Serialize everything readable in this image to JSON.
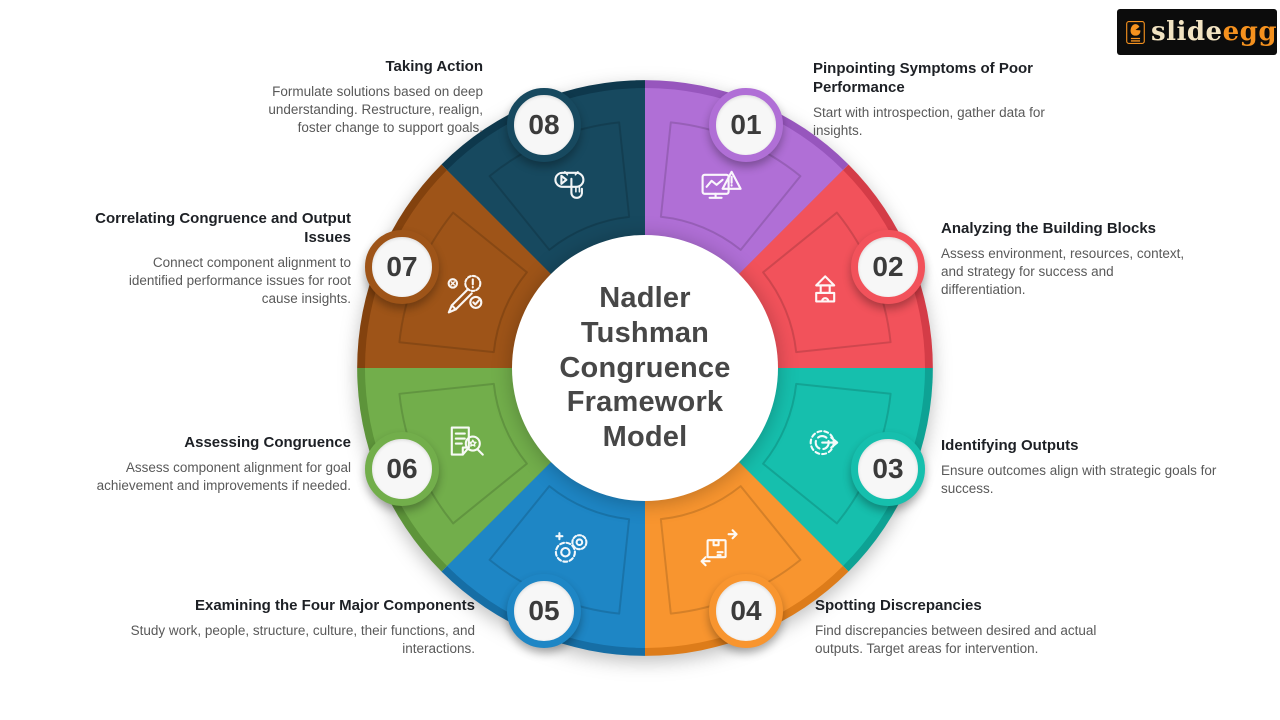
{
  "page": {
    "background": "#ffffff"
  },
  "logo": {
    "brand_first": "slide",
    "brand_second": "egg",
    "bg_color": "#0c0c0c",
    "text_color": "#f2e3c2",
    "accent_color": "#f5911e",
    "icon": "egg-logo-icon"
  },
  "center": {
    "title": "Nadler\nTushman\nCongruence\nFramework\nModel",
    "title_color": "#474747"
  },
  "segments": [
    {
      "number": "01",
      "color": "#b06fd6",
      "shade": "#9756bd",
      "icon": "monitor-alert-icon",
      "title": "Pinpointing Symptoms of Poor Performance",
      "description": "Start with introspection, gather data for insights."
    },
    {
      "number": "02",
      "color": "#f2525b",
      "shade": "#d43c47",
      "icon": "building-blocks-icon",
      "title": "Analyzing the Building Blocks",
      "description": "Assess environment, resources, context, and strategy for success and differentiation."
    },
    {
      "number": "03",
      "color": "#16bfad",
      "shade": "#0ea294",
      "icon": "gear-arrow-icon",
      "title": "Identifying Outputs",
      "description": "Ensure outcomes align with strategic goals for success."
    },
    {
      "number": "04",
      "color": "#f8952f",
      "shade": "#dd7c1a",
      "icon": "package-arrows-icon",
      "title": "Spotting Discrepancies",
      "description": "Find discrepancies between desired and actual outputs. Target areas for intervention."
    },
    {
      "number": "05",
      "color": "#1e86c5",
      "shade": "#166ea5",
      "icon": "gears-icon",
      "title": "Examining the Four Major Components",
      "description": "Study work, people, structure, culture, their functions, and interactions."
    },
    {
      "number": "06",
      "color": "#72ae4b",
      "shade": "#5d943a",
      "icon": "document-search-icon",
      "title": "Assessing Congruence",
      "description": "Assess component alignment for goal achievement and improvements if needed."
    },
    {
      "number": "07",
      "color": "#9e5418",
      "shade": "#83420e",
      "icon": "pencil-badge-icon",
      "title": "Correlating Congruence and Output Issues",
      "description": "Connect component alignment to identified performance issues for root cause insights."
    },
    {
      "number": "08",
      "color": "#17495f",
      "shade": "#0e384c",
      "icon": "click-button-icon",
      "title": "Taking Action",
      "description": "Formulate solutions based on deep understanding. Restructure, realign, foster change to support goals."
    }
  ]
}
